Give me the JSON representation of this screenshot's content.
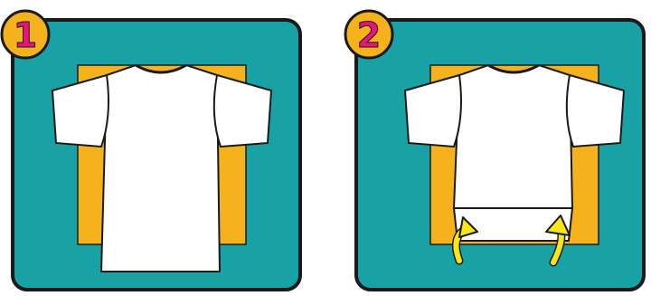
{
  "colors": {
    "teal": "#19a2a6",
    "border": "#1a1a1a",
    "board": "#f6b21c",
    "badge": "#f6b21c",
    "number": "#e5167a",
    "shirt": "#ffffff",
    "arrow": "#f7e61a"
  },
  "steps": [
    {
      "number": "1",
      "state": "shirt laid on folding board"
    },
    {
      "number": "2",
      "state": "bottom hem folded up",
      "icons": [
        "curved-arrow-left-icon",
        "curved-arrow-right-icon"
      ]
    }
  ]
}
